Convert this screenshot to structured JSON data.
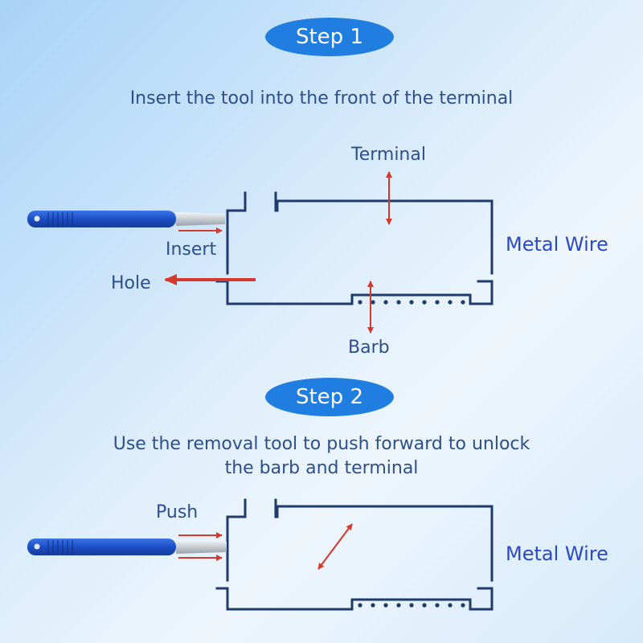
{
  "step1": {
    "badge": "Step 1",
    "instruction": "Insert the tool into the front of the terminal",
    "labels": {
      "terminal": "Terminal",
      "insert": "Insert",
      "hole": "Hole",
      "barb": "Barb",
      "metal_wire": "Metal Wire"
    }
  },
  "step2": {
    "badge": "Step 2",
    "instruction_line1": "Use the removal tool to push forward to unlock",
    "instruction_line2": "the barb and terminal",
    "labels": {
      "push": "Push",
      "metal_wire": "Metal Wire"
    }
  },
  "colors": {
    "badge": "#1f7ee0",
    "outline": "#1f3a6b",
    "arrow": "#d33a2c",
    "tool": "#1c4fc4",
    "text": "#2e4f8a"
  }
}
